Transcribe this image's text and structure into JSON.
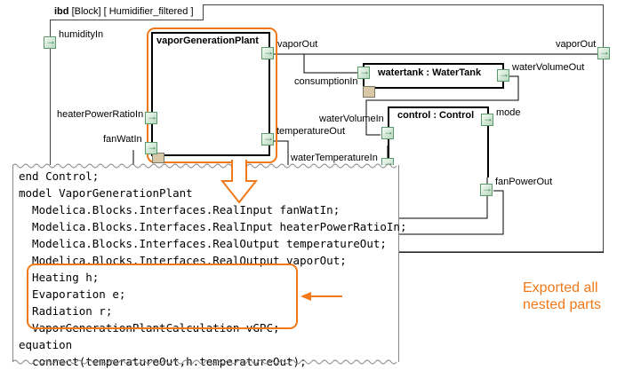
{
  "frame": {
    "kind": "ibd",
    "title": "[Block]  [ Humidifier_filtered ]"
  },
  "blocks": {
    "vaporGenerationPlant": {
      "title": "vaporGenerationPlant"
    },
    "watertank": {
      "title": "watertank : WaterTank"
    },
    "control": {
      "title": "control : Control"
    }
  },
  "ports": {
    "humidityIn": "humidityIn",
    "heaterPowerRatioIn": "heaterPowerRatioIn",
    "fanWatIn": "fanWatIn",
    "vaporOut_vgp": "vaporOut",
    "temperatureOut": "temperatureOut",
    "vaporOut_frame": "vaporOut",
    "consumptionIn": "consumptionIn",
    "waterVolumeOut": "waterVolumeOut",
    "waterVolumeIn": "waterVolumeIn",
    "mode": "mode",
    "waterTemperatureIn": "waterTemperatureIn",
    "fanPowerOut": "fanPowerOut"
  },
  "code": {
    "lines": [
      "end Control;",
      "model VaporGenerationPlant",
      "  Modelica.Blocks.Interfaces.RealInput fanWatIn;",
      "  Modelica.Blocks.Interfaces.RealInput heaterPowerRatioIn;",
      "  Modelica.Blocks.Interfaces.RealOutput temperatureOut;",
      "  Modelica.Blocks.Interfaces.RealOutput vaporOut;",
      "  Heating h;",
      "  Evaporation e;",
      "  Radiation r;",
      "  VaporGenerationPlantCalculation vGPC;",
      "equation",
      "  connect(temperatureOut,h.temperatureOut);"
    ]
  },
  "annotation": {
    "line1": "Exported all",
    "line2": "nested parts"
  },
  "colors": {
    "highlight": "#f07818",
    "port_border": "#5a9a6a"
  }
}
